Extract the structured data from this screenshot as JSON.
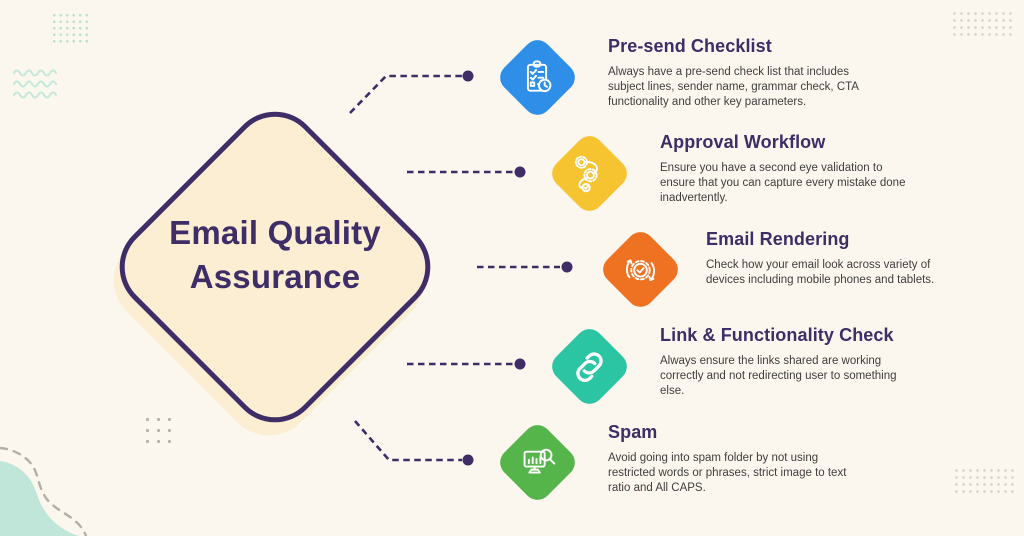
{
  "title": {
    "line1": "Email Quality",
    "line2": "Assurance"
  },
  "items": [
    {
      "title": "Pre-send Checklist",
      "body": "Always have a pre-send check list that includes subject lines, sender name, grammar check, CTA functionality and other key parameters.",
      "color": "#2f8fe8",
      "icon": "checklist-clock-icon"
    },
    {
      "title": "Approval Workflow",
      "body": "Ensure you have a second eye validation to ensure that you can capture every mistake done inadvertently.",
      "color": "#f6c331",
      "icon": "workflow-gears-icon"
    },
    {
      "title": "Email Rendering",
      "body": "Check how your email look across variety of devices including mobile phones and tablets.",
      "color": "#ef7223",
      "icon": "gear-sync-icon"
    },
    {
      "title": "Link & Functionality Check",
      "body": "Always ensure the links shared are working correctly and not redirecting user to something else.",
      "color": "#2cc5a4",
      "icon": "chain-link-icon"
    },
    {
      "title": "Spam",
      "body": "Avoid going into spam folder by not using restricted words or phrases, strict image to text ratio and All CAPS.",
      "color": "#55b54a",
      "icon": "monitor-search-icon"
    }
  ],
  "colors": {
    "background": "#fbf7ee",
    "diamond_fill": "#fbeed3",
    "accent_purple": "#3e2d66",
    "body_text": "#3f3e3e",
    "mint_blob": "#bfe6d9",
    "dash_gray": "#b3afa6"
  }
}
